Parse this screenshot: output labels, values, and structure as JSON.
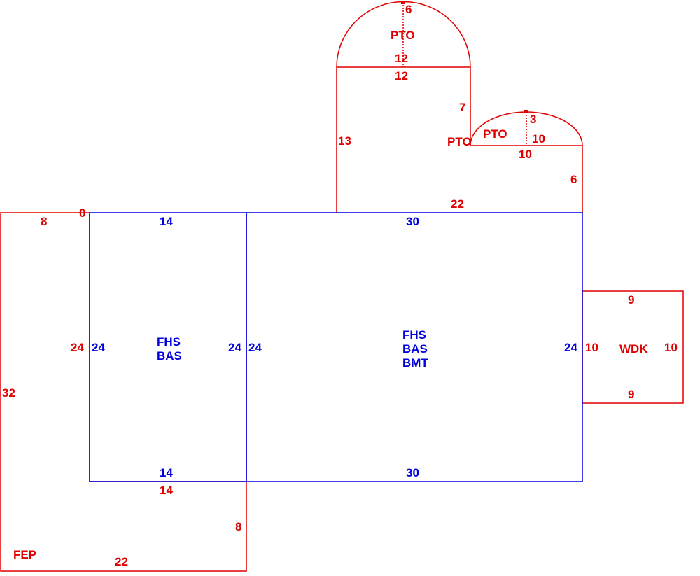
{
  "colors": {
    "outbuilding": "#e00000",
    "main": "#0000dd"
  },
  "areas": {
    "fep": {
      "code": "FEP",
      "top": "8",
      "top_offset": "0",
      "left": "32",
      "right_inner": "24",
      "bottom_inner": "14",
      "right": "8",
      "bottom": "22"
    },
    "main_left": {
      "codes": [
        "FHS",
        "BAS"
      ],
      "top": "14",
      "bottom": "14",
      "left": "24",
      "right": "24"
    },
    "main_right": {
      "codes": [
        "FHS",
        "BAS",
        "BMT"
      ],
      "top": "30",
      "bottom": "30",
      "left": "24",
      "right": "24"
    },
    "pto_upper": {
      "code": "PTO",
      "arc_height": "6",
      "arc_chord": "12",
      "top": "12",
      "left": "13",
      "right": "7",
      "bottom": "22"
    },
    "pto_lower": {
      "code": "PTO",
      "arc_height": "3",
      "arc_chord": "10",
      "top": "10",
      "right": "6"
    },
    "pto_corner": {
      "code": "PTO"
    },
    "wdk": {
      "code": "WDK",
      "top": "9",
      "bottom": "9",
      "left": "10",
      "right": "10"
    }
  }
}
